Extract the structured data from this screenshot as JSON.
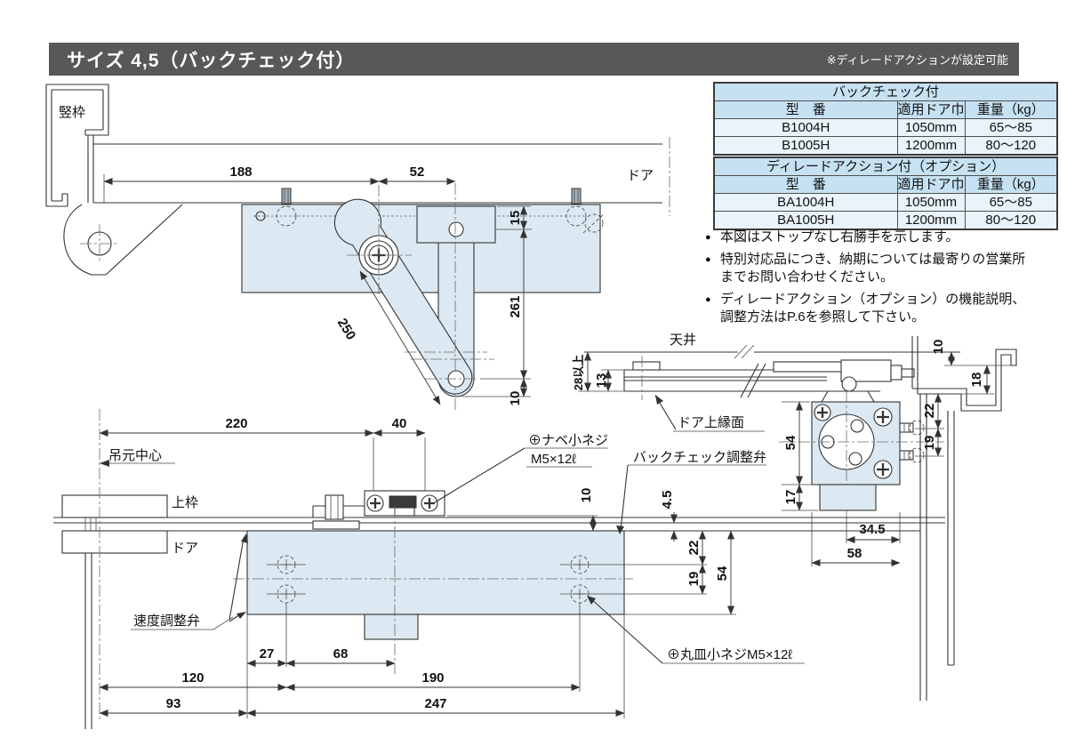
{
  "header": {
    "title": "サイズ 4,5（バックチェック付）",
    "note": "※ディレードアクションが設定可能"
  },
  "tables": [
    {
      "caption": "バックチェック付",
      "columns": [
        "型　番",
        "適用ドア巾",
        "重量（kg）"
      ],
      "rows": [
        [
          "B1004H",
          "1050mm",
          "65〜85"
        ],
        [
          "B1005H",
          "1200mm",
          "80〜120"
        ]
      ]
    },
    {
      "caption": "ディレードアクション付（オプション）",
      "columns": [
        "型　番",
        "適用ドア巾",
        "重量（kg）"
      ],
      "rows": [
        [
          "BA1004H",
          "1050mm",
          "65〜85"
        ],
        [
          "BA1005H",
          "1200mm",
          "80〜120"
        ]
      ]
    }
  ],
  "notes": [
    [
      "本図はストップなし右勝手を示します。"
    ],
    [
      "特別対応品につき、納期については最寄りの営業所",
      "までお問い合わせください。"
    ],
    [
      "ディレードアクション（オプション）の機能説明、",
      "調整方法はP.6を参照して下さい。"
    ]
  ],
  "plan": {
    "tatewaku": "竪枠",
    "door": "ドア",
    "d188": "188",
    "d52": "52",
    "d15": "15",
    "d261": "261",
    "d250": "250",
    "d10": "10"
  },
  "side": {
    "ceiling": "天井",
    "door_top": "ドア上縁面",
    "d28min": "28以上",
    "d13": "13",
    "d10": "10",
    "d18": "18",
    "d22": "22",
    "d19": "19",
    "d54": "54",
    "d17": "17",
    "d34_5": "34.5",
    "d58": "58"
  },
  "elev": {
    "hinge": "吊元中心",
    "kamiwaku": "上枠",
    "door": "ドア",
    "speed_valve": "速度調整弁",
    "backcheck": "バックチェック調整弁",
    "pan_screw1": "⊕ナベ小ネジ",
    "pan_screw2": "M5×12ℓ",
    "flat_screw": "⊕丸皿小ネジM5×12ℓ",
    "d220": "220",
    "d40": "40",
    "d10": "10",
    "d4_5": "4.5",
    "d22": "22",
    "d19": "19",
    "d54": "54",
    "d27": "27",
    "d68": "68",
    "d120": "120",
    "d190": "190",
    "d93": "93",
    "d247": "247"
  }
}
